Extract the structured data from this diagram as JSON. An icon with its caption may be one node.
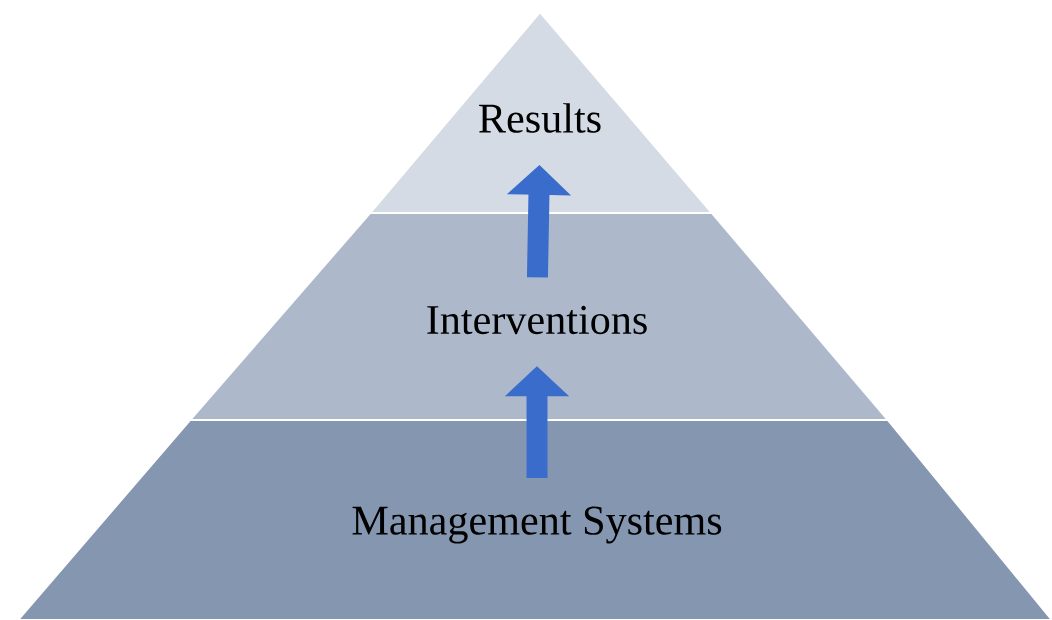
{
  "diagram": {
    "nodes": [
      {
        "text": [
          "Results"
        ]
      },
      {
        "text": [
          "Interventions"
        ]
      },
      {
        "text": [
          "Management Systems"
        ]
      }
    ],
    "edges": [
      {
        "from": 1,
        "to": 0,
        "arrow": "to"
      },
      {
        "from": 2,
        "to": 1,
        "arrow": "to"
      }
    ]
  }
}
